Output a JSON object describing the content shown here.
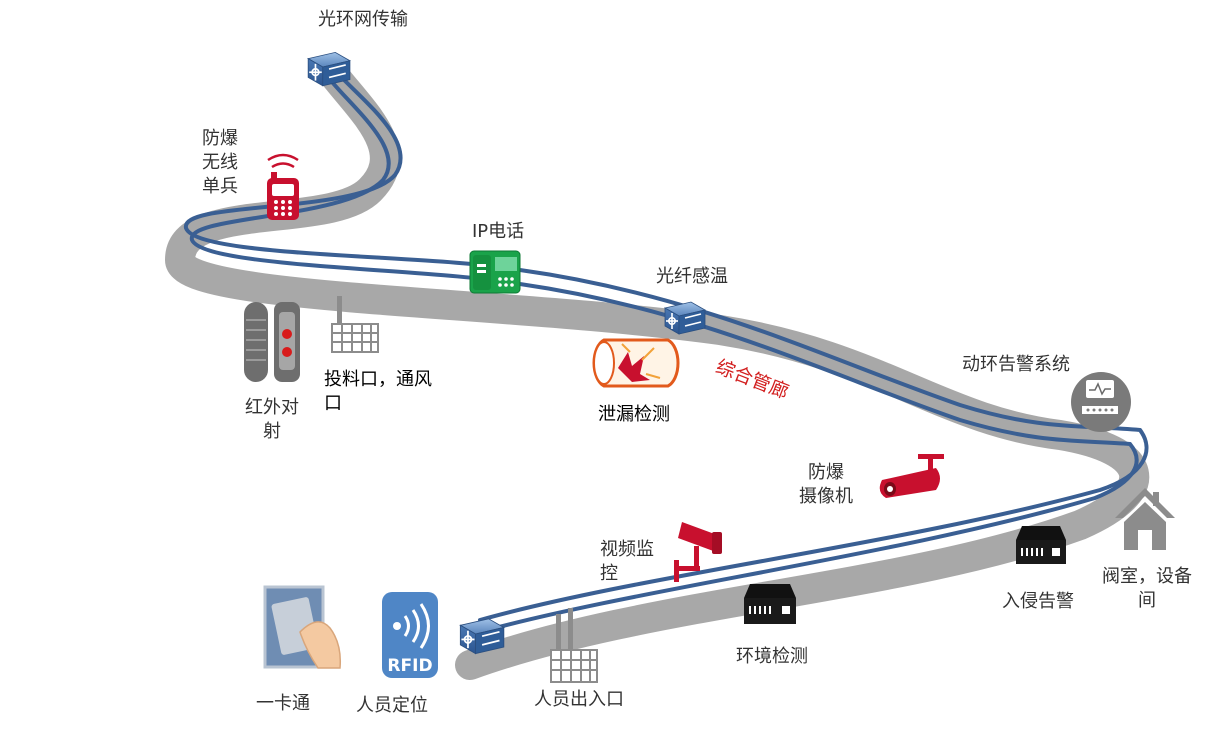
{
  "labels": {
    "fiber_ring": "光环网传输",
    "explosion_proof_radio": "防爆\n无线\n单兵",
    "ip_phone": "IP电话",
    "fiber_temp": "光纤感温",
    "infrared": "红外对\n射",
    "inlet_vent": "投料口，通风\n口",
    "leak_detect": "泄漏检测",
    "utility_tunnel": "综合管廊",
    "power_env_alarm": "动环告警系统",
    "explosion_camera": "防爆\n摄像机",
    "video_monitor": "视频监\n控",
    "intrusion_alarm": "入侵告警",
    "valve_room": "阀室，设备\n间",
    "env_detect": "环境检测",
    "one_card": "一卡通",
    "personnel_locate": "人员定位",
    "personnel_access": "人员出入口"
  },
  "rfid_text": "RFID",
  "colors": {
    "road": "#a8a8a8",
    "fiber": "#3a5f93",
    "alarm_red": "#c8102e",
    "phone_green": "#1aa34a",
    "switch_blue": "#3f6fa8",
    "grey_icon": "#8c8c8c"
  }
}
